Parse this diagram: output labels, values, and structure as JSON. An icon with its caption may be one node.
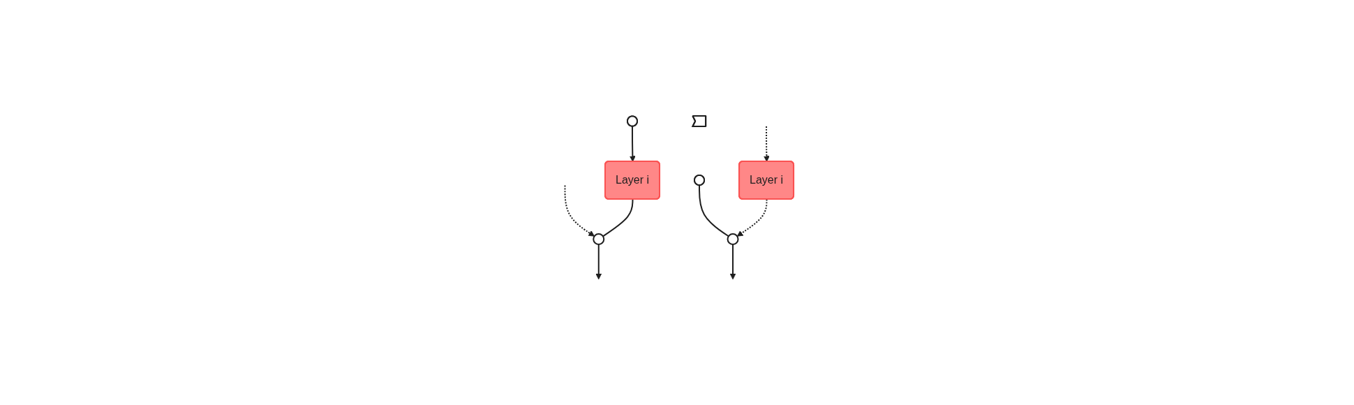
{
  "diagram": {
    "nodes": [
      {
        "text": [],
        "shape": "dots"
      },
      {
        "text": [
          "Layer i"
        ]
      },
      {
        "text": [],
        "shape": "circle"
      },
      {
        "text": [],
        "shape": "arrow"
      },
      {
        "text": [],
        "shape": "dots"
      },
      {
        "text": [
          "Layer i"
        ]
      },
      {
        "text": [],
        "shape": "circle"
      }
    ],
    "edges": [
      {
        "from": 0,
        "to": 1,
        "arrow": "to"
      },
      {
        "from": null,
        "to": 2,
        "arrow": "to",
        "style": "dashed"
      },
      {
        "from": 1,
        "to": 2,
        "arrow": "none"
      },
      {
        "from": 2,
        "to": null,
        "arrow": "to"
      },
      {
        "from": 4,
        "to": 6,
        "arrow": "none"
      },
      {
        "from": null,
        "to": 5,
        "arrow": "to",
        "style": "dashed"
      },
      {
        "from": 5,
        "to": 6,
        "arrow": "to",
        "style": "dashed"
      },
      {
        "from": 6,
        "to": null,
        "arrow": "to"
      }
    ]
  }
}
